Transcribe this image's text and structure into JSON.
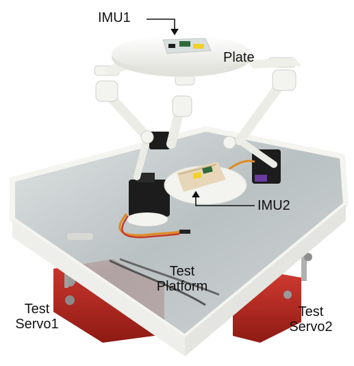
{
  "figure": {
    "labels": {
      "imu1": "IMU1",
      "plate": "Plate",
      "imu2": "IMU2",
      "test_platform": [
        "Test",
        "Platform"
      ],
      "test_servo1": [
        "Test",
        "Servo1"
      ],
      "test_servo2": [
        "Test",
        "Servo2"
      ]
    },
    "colors": {
      "background": "#ffffff",
      "servo_red": "#b3261e",
      "servo_black": "#1c1c1c",
      "plastic_white": "#f3f3ef",
      "acrylic_gray": "#bfc6c8",
      "pcb_green": "#2e6a3a"
    }
  }
}
